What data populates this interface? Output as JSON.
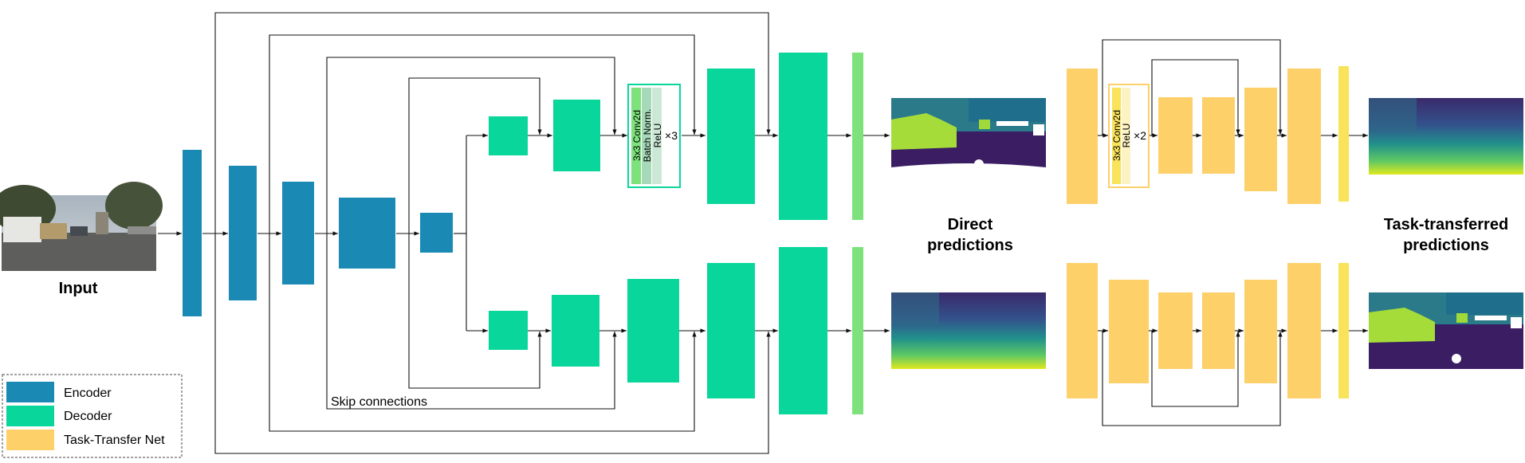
{
  "labels": {
    "input": "Input",
    "direct_line1": "Direct",
    "direct_line2": "predictions",
    "transfer_line1": "Task-transferred",
    "transfer_line2": "predictions",
    "skip": "Skip connections"
  },
  "decoder_block": {
    "lines": [
      "3x3 Conv2d",
      "Batch Norm.",
      "ReLU"
    ],
    "repeat": "×3"
  },
  "transfer_block": {
    "lines": [
      "3x3 Conv2d",
      "ReLU"
    ],
    "repeat": "×2"
  },
  "legend": {
    "items": [
      {
        "label": "Encoder",
        "color": "#1a8ab5"
      },
      {
        "label": "Decoder",
        "color": "#08d69b"
      },
      {
        "label": "Task-Transfer Net",
        "color": "#fdd06a"
      }
    ]
  },
  "colors": {
    "encoder": "#1a8ab5",
    "decoder": "#08d69b",
    "head": "#7de27c",
    "transfer": "#fdd06a",
    "transfer_head": "#f8e35a",
    "line": "#111111"
  },
  "images": {
    "input": "street-scene-photo",
    "segmentation": "semantic-segmentation-map",
    "depth": "depth-map"
  }
}
